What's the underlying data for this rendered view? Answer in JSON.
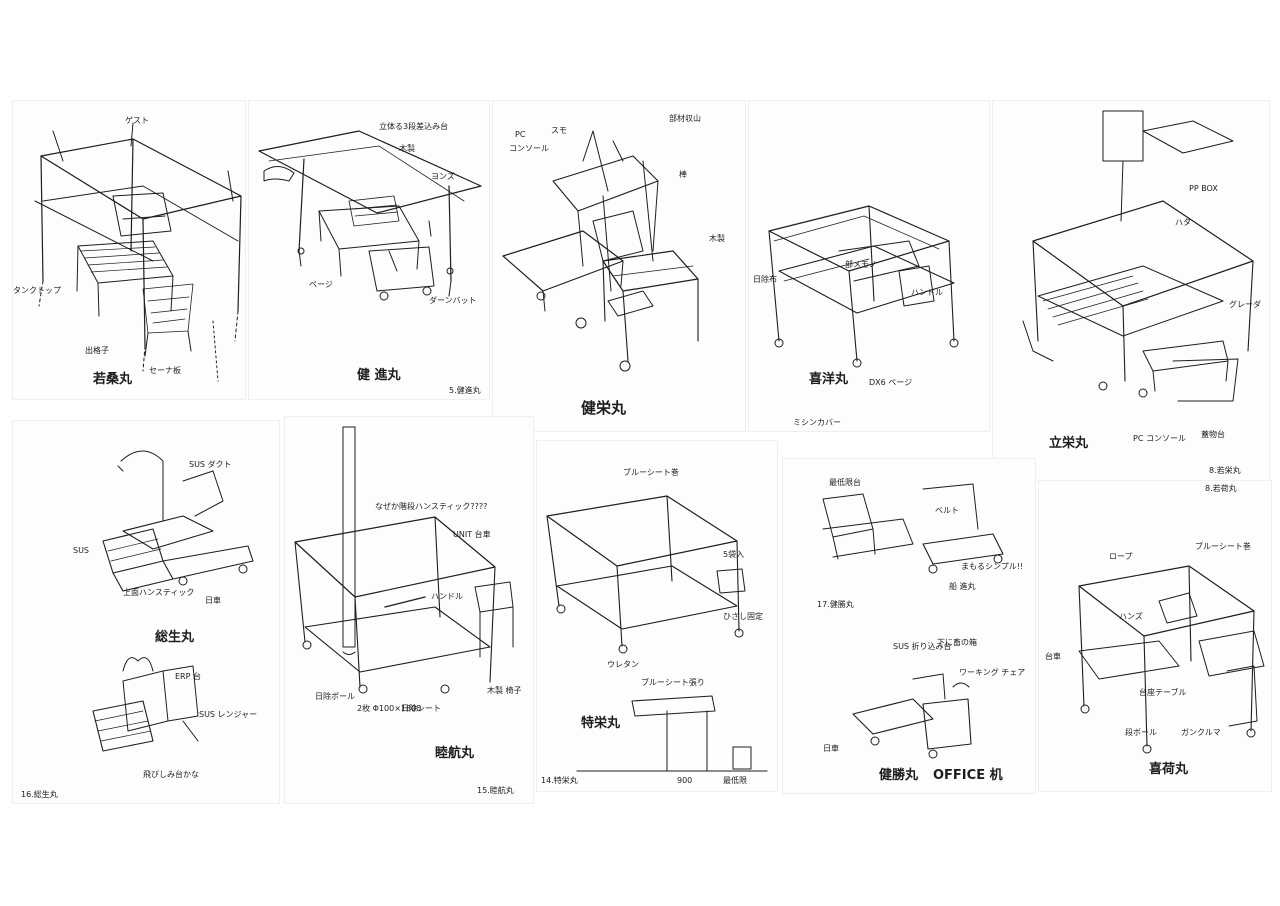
{
  "sheets": [
    {
      "labels": {
        "main_left": "出格子",
        "main_right": "若桑丸",
        "note_left": "タンクトップ",
        "note_right": "セーナ板",
        "note_top": "ゲスト"
      }
    },
    {
      "labels": {
        "main": "健 進丸",
        "page": "5.健進丸",
        "note_top": "立体る3段差込み台",
        "note_1": "木製",
        "note_2": "ヨンズ",
        "note_3": "ページ",
        "note_4": "ダーンバット"
      }
    },
    {
      "labels": {
        "main": "健栄丸",
        "note_1": "PC",
        "note_2": "コンソール",
        "note_3": "スモ",
        "note_4": "部材収山",
        "note_5": "棒",
        "note_6": "木製"
      }
    },
    {
      "labels": {
        "main_left": "喜洋丸",
        "note_1": "日除布",
        "note_2": "部メモノ",
        "note_3": "DX6 ページ",
        "note_4": "ミシンカバー",
        "note_5": "ハンドル"
      }
    },
    {
      "labels": {
        "main": "立栄丸",
        "page": "8.若栄丸",
        "note_1": "PP BOX",
        "note_2": "ハタ",
        "note_3": "PC コンソール",
        "note_4": "蓋物台",
        "note_5": "グレーダ"
      }
    },
    {
      "labels": {
        "main": "総生丸",
        "page": "16.総生丸",
        "note_1": "SUS ダクト",
        "note_2": "SUS",
        "note_3": "上面ハンスティック",
        "note_4": "日車",
        "note_5": "飛びしみ台かな",
        "note_6": "SUS レンジャー",
        "note_7": "ERP 台"
      }
    },
    {
      "labels": {
        "main": "睦航丸",
        "page": "15.睦航丸",
        "note_1": "なぜか階段ハンスティック????",
        "note_2": "UNIT 台車",
        "note_3": "ハンドル",
        "note_4": "日除ポール",
        "note_5": "木製 椅子",
        "note_6": "2枚 Φ100×1800",
        "note_7": "日除シート"
      }
    },
    {
      "labels": {
        "main": "特栄丸",
        "page": "14.特栄丸",
        "note_1": "ブルーシート巻",
        "note_2": "5袋入",
        "note_3": "ひさし固定",
        "note_4": "ウレタン",
        "note_5": "ブルーシート張り",
        "note_6": "900",
        "note_7": "最低限"
      }
    },
    {
      "labels": {
        "main": "健勝丸",
        "page": "17.健勝丸",
        "note_1": "最低限台",
        "note_2": "ベルト",
        "note_3": "まもるシンプル!!",
        "note_4": "船 進丸",
        "note_5": "下に畜の箱",
        "note_6": "ワーキング チェア",
        "note_7": "OFFICE 机",
        "note_8": "日車",
        "note_9": "SUS 折り込み台"
      }
    },
    {
      "labels": {
        "main": "喜荷丸",
        "page": "8.若荷丸",
        "note_1": "ブルーシート巻",
        "note_2": "ロープ",
        "note_3": "ハンズ",
        "note_4": "台座テーブル",
        "note_5": "台車",
        "note_6": "ガンクルマ",
        "note_7": "段ボール"
      }
    }
  ]
}
